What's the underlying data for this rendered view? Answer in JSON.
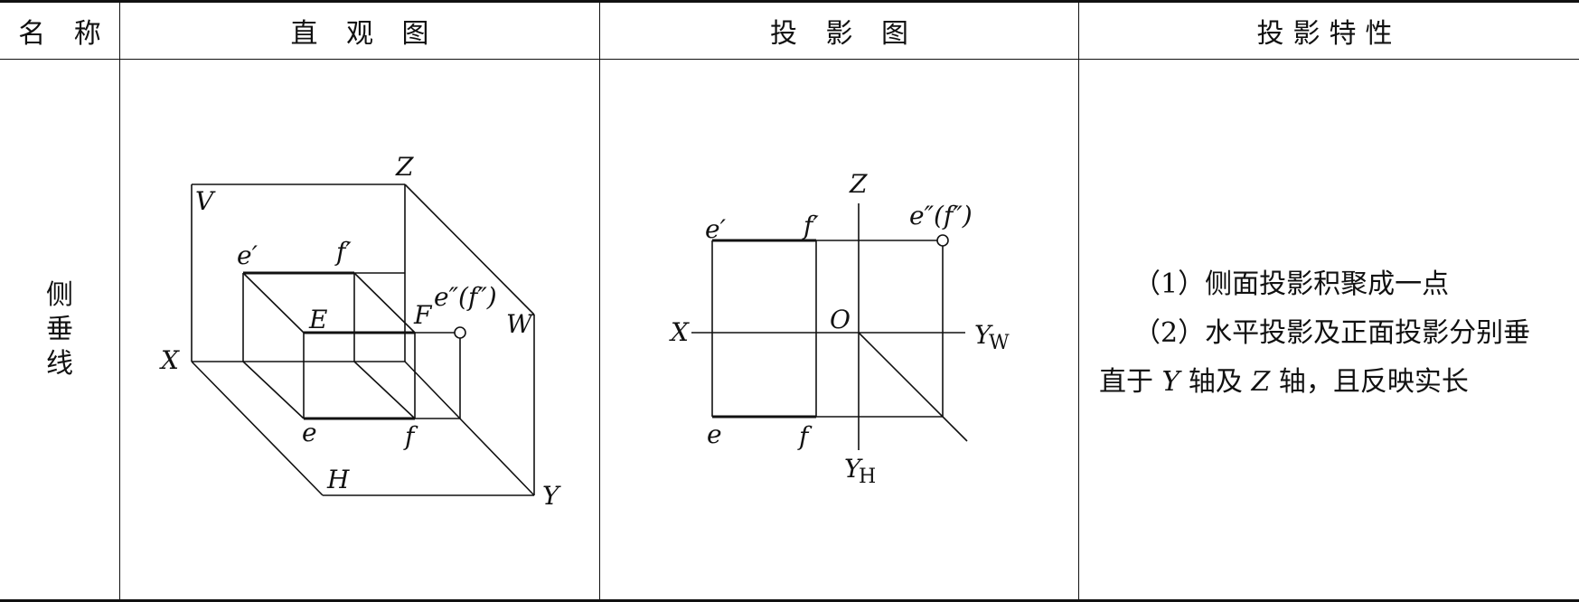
{
  "header": {
    "name": "名 称",
    "pictorial": "直 观 图",
    "projection": "投 影 图",
    "property": "投影特性"
  },
  "row": {
    "name": "侧垂线",
    "properties": {
      "line1": "（1）侧面投影积聚成一点",
      "line2": "（2）水平投影及正面投影分别垂",
      "line3_pre": "直于 ",
      "line3_y": "Y",
      "line3_mid": " 轴及 ",
      "line3_z": "Z",
      "line3_post": " 轴，且反映实长"
    }
  },
  "pictorial_labels": {
    "V": "V",
    "Z": "Z",
    "X": "X",
    "W": "W",
    "H": "H",
    "Y": "Y",
    "e_prime": "e′",
    "f_prime": "f′",
    "E": "E",
    "F": "F",
    "e_dd": "e″(f″)",
    "e": "e",
    "f": "f"
  },
  "projection_labels": {
    "Z": "Z",
    "X": "X",
    "O": "O",
    "Y": "Y",
    "W": "W",
    "H": "H",
    "e_prime": "e′",
    "f_prime": "f′",
    "e_dd": "e″(f″)",
    "e": "e",
    "f": "f"
  }
}
